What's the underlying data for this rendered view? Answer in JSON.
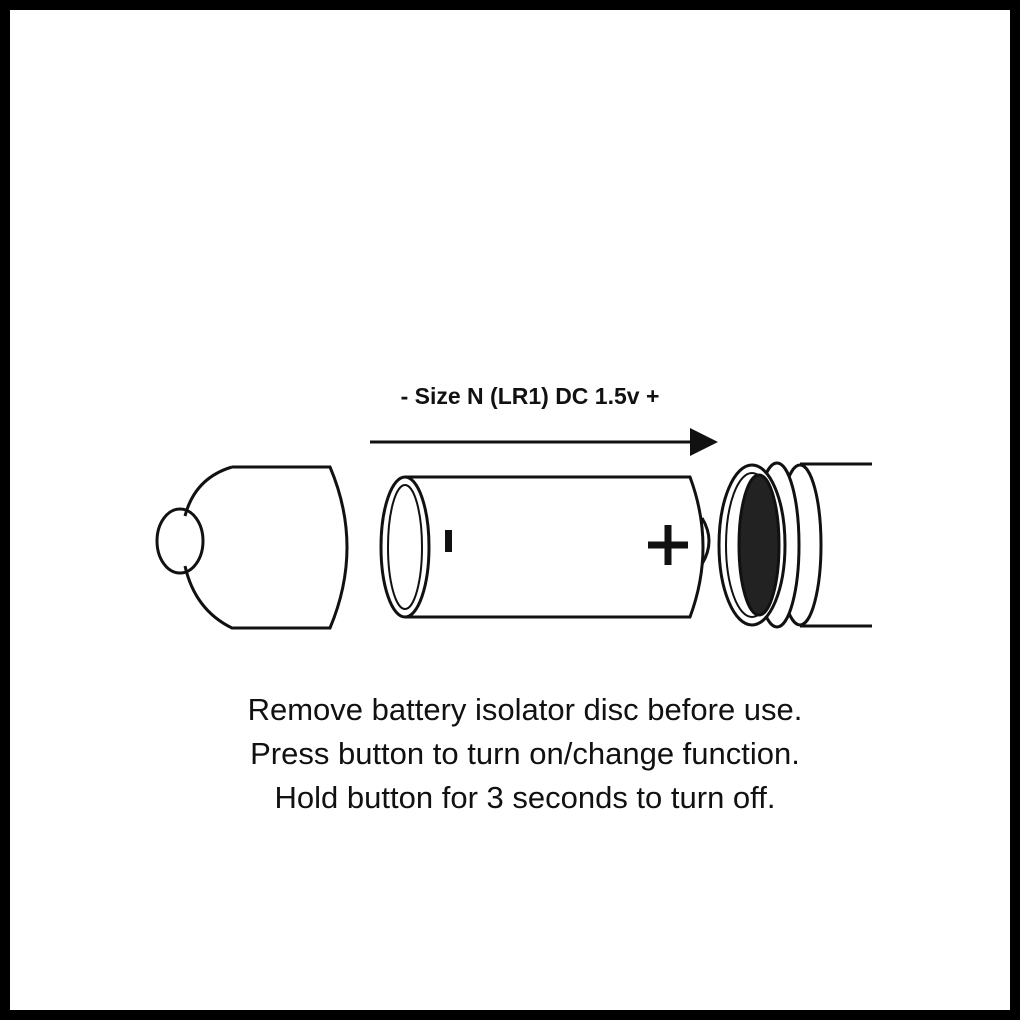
{
  "battery_label": "- Size N (LR1) DC 1.5v +",
  "battery_polarity": {
    "negative": "-",
    "positive": "+"
  },
  "instructions": [
    "Remove battery isolator disc before use.",
    "Press button to turn on/change function.",
    "Hold button for 3 seconds to turn off."
  ]
}
